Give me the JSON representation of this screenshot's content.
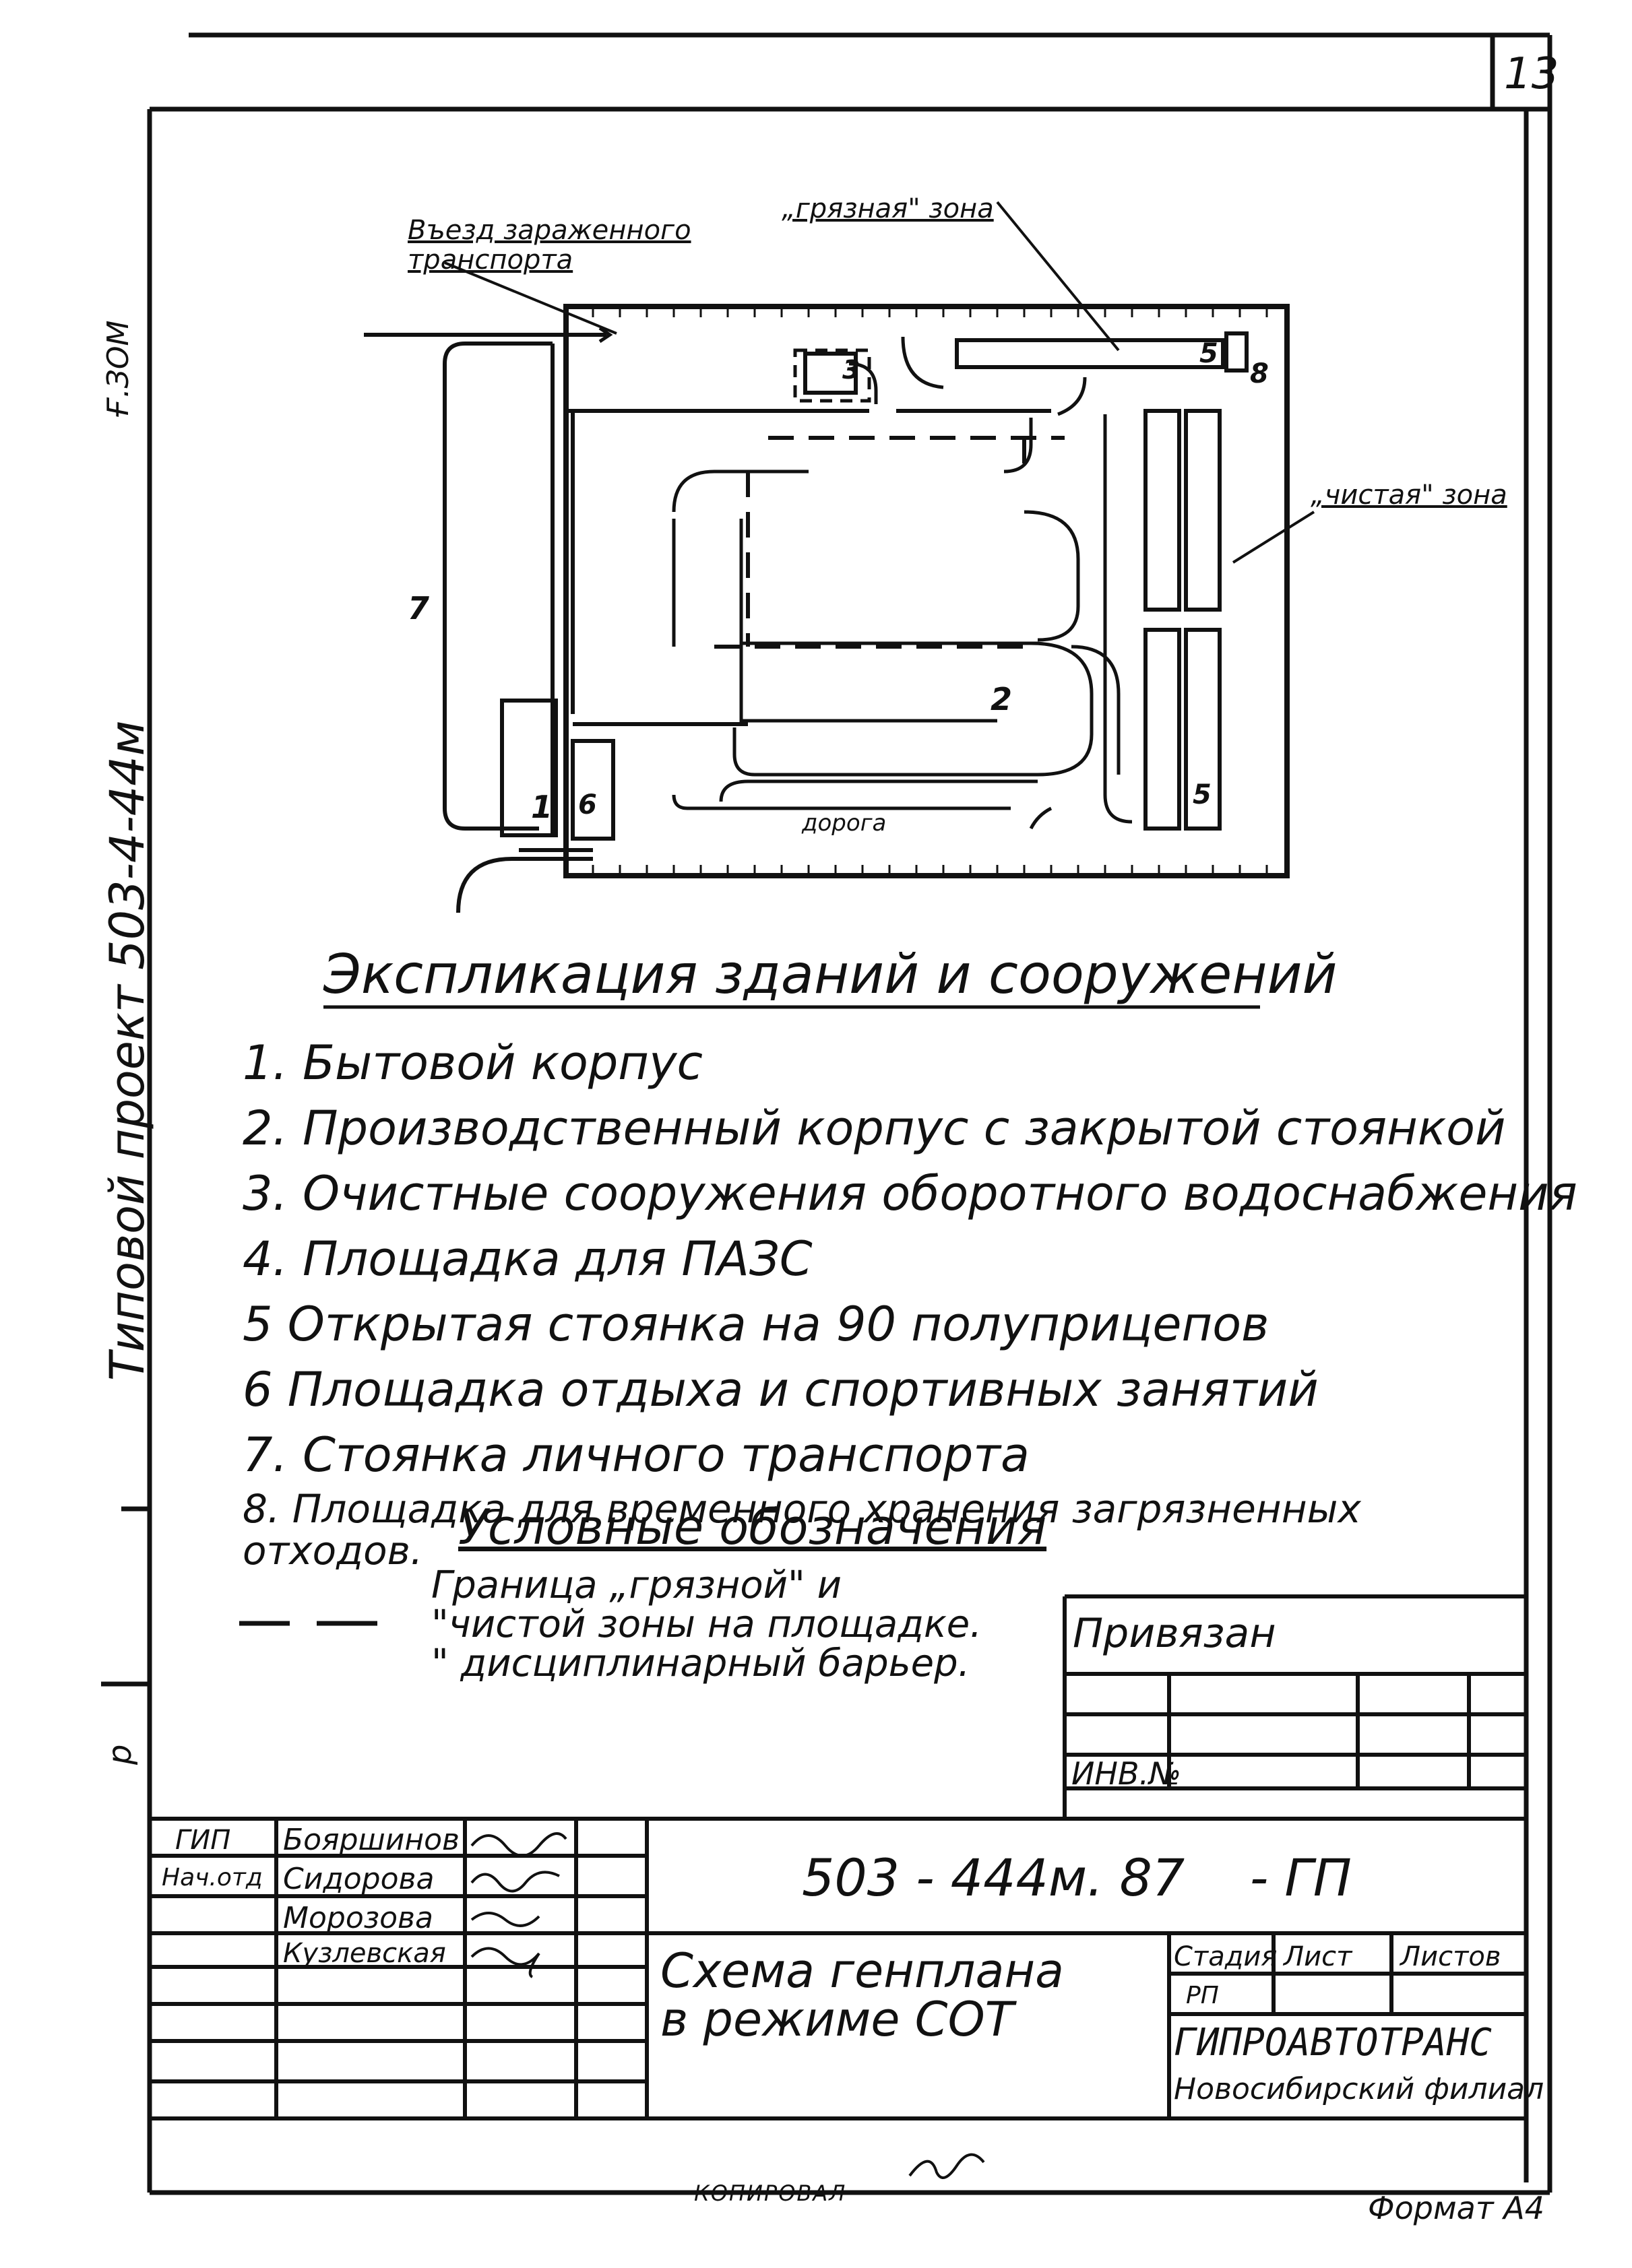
{
  "sheet_number": "13",
  "side_text": "Типовой проект 503-4-44м",
  "side_small_top": "Ғ.ЗОМ",
  "side_small_mark": "р",
  "plan": {
    "label_entry": "Въезд зараженного транспорта",
    "label_dirty_zone": "„грязная\" зона",
    "label_clean_zone": "„чистая\" зона",
    "label_road": "дорога",
    "numbers": [
      "1",
      "2",
      "3",
      "5",
      "5",
      "6",
      "7",
      "8"
    ]
  },
  "explication": {
    "title": "Экспликация зданий и сооружений",
    "items": [
      "1. Бытовой  корпус",
      "2. Производственный корпус с закрытой стоянкой",
      "3. Очистные сооружения оборотного водоснабжения",
      "4. Площадка  для ПАЗС",
      "5 Открытая стоянка на 90 полуприцепов",
      "6 Площадка отдыха и спортивных занятий",
      "7. Стоянка  личного  транспорта",
      "8. Площадка для временного хранения загрязненных отходов."
    ]
  },
  "conditions": {
    "title": "Условные  обозначения",
    "text": "Граница „грязной\" и\n\"чистой зоны на площадке.\n\" дисциплинарный барьер."
  },
  "binding": {
    "privyazan": "Привязан",
    "inv_no": "ИНВ.№"
  },
  "title_block": {
    "code": "503 - 444м. 87    - ГП",
    "roles": [
      "ГИП",
      "Нач.отд",
      "",
      ""
    ],
    "names": [
      "Бояршинов",
      "Сидорова",
      "Морозова",
      "Кузлевская"
    ],
    "drawing_title": "Схема генплана\nв режиме СОТ",
    "stage_label": "Стадия",
    "sheet_label": "Лист",
    "sheets_label": "Листов",
    "stage_value": "РП",
    "org": "ГИПРОАВТОТРАНС",
    "branch": "Новосибирский филиал"
  },
  "footer": {
    "copied": "КОПИРОВАЛ",
    "format": "Формат А4"
  }
}
